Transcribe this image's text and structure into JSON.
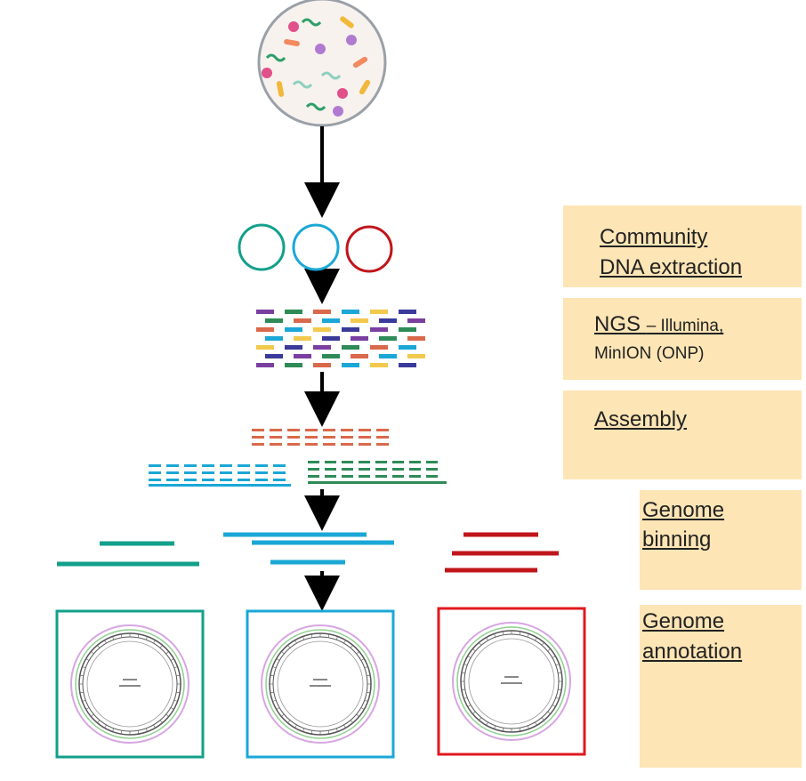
{
  "colors": {
    "teal": "#12a08a",
    "blue": "#1ba7d6",
    "red": "#c0151b",
    "box_fill": "#fde5b5",
    "orange_contig": "#d9694a",
    "green_contig": "#2e8b57",
    "arrow": "#000000"
  },
  "steps": [
    {
      "id": "community-dna-extraction",
      "lines": [
        "Community",
        "DNA extraction"
      ]
    },
    {
      "id": "ngs",
      "title": "NGS ",
      "dash": "– Illumina,",
      "line2": "MinION (ONP)"
    },
    {
      "id": "assembly",
      "lines": [
        "Assembly"
      ]
    },
    {
      "id": "genome-binning",
      "lines": [
        "Genome",
        "binning"
      ]
    },
    {
      "id": "genome-annotation",
      "lines": [
        "Genome",
        "annotation"
      ]
    }
  ],
  "icons": {
    "sample": "microbial-community-dish-icon",
    "genome_maps": "circular-genome-map-icon"
  }
}
